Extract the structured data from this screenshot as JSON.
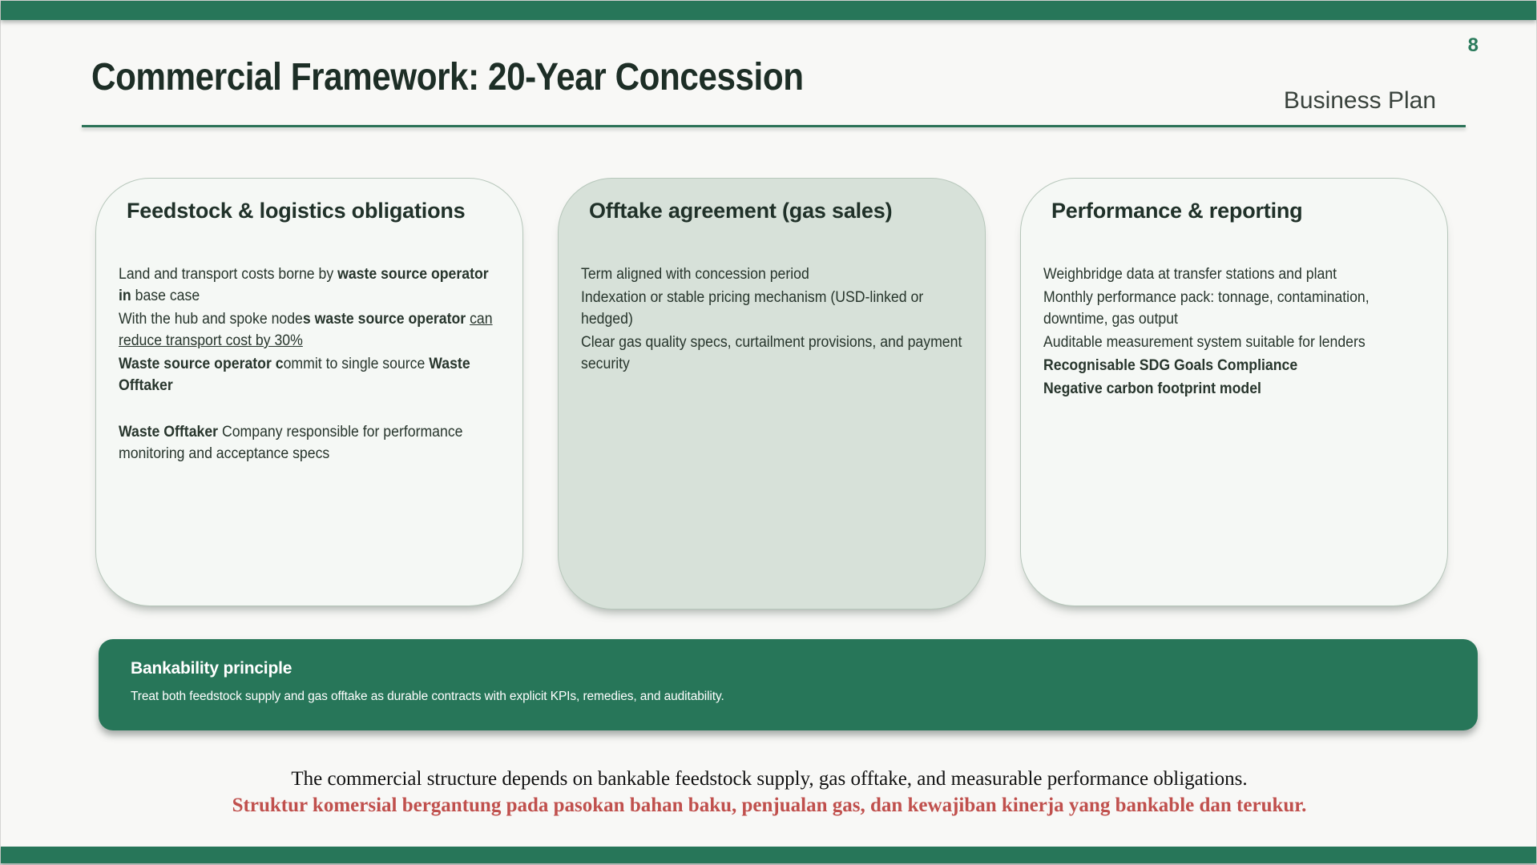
{
  "header": {
    "title": "Commercial Framework: 20-Year Concession",
    "subtitle": "Business Plan",
    "page_number": "8"
  },
  "colors": {
    "accent_green": "#277659",
    "card_tint_bg": "#d7e1d9",
    "card_light_bg": "#f5f8f5",
    "card_border": "#b7c7bb",
    "heading_text": "#203129",
    "footer_red": "#c0504d",
    "slide_bg": "#f8f8f6"
  },
  "cards": [
    {
      "title": "Feedstock & logistics obligations",
      "variant": "light",
      "paragraphs": [
        [
          {
            "t": "Land and transport costs borne by "
          },
          {
            "t": "waste source operator in",
            "b": true
          },
          {
            "t": " base case"
          }
        ],
        [
          {
            "t": "With the hub and spoke node"
          },
          {
            "t": "s waste source operator",
            "b": true
          },
          {
            "t": " "
          },
          {
            "t": "can reduce transport cost by 30%",
            "u": true
          }
        ],
        [
          {
            "t": "Waste source operator c",
            "b": true
          },
          {
            "t": "ommit to single source "
          },
          {
            "t": "Waste Offtaker",
            "b": true
          }
        ],
        [],
        [
          {
            "t": "Waste Offtaker",
            "b": true
          },
          {
            "t": " Company responsible for performance monitoring and acceptance specs"
          }
        ]
      ]
    },
    {
      "title": "Offtake agreement (gas sales)",
      "variant": "tint",
      "paragraphs": [
        [
          {
            "t": "Term aligned with concession period"
          }
        ],
        [
          {
            "t": "Indexation or stable pricing mechanism (USD-linked or hedged)"
          }
        ],
        [
          {
            "t": "Clear gas quality specs, curtailment provisions, and payment security"
          }
        ]
      ]
    },
    {
      "title": "Performance & reporting",
      "variant": "light",
      "paragraphs": [
        [
          {
            "t": "Weighbridge data at transfer stations and plant"
          }
        ],
        [
          {
            "t": "Monthly performance pack: tonnage, contamination, downtime, gas output"
          }
        ],
        [
          {
            "t": "Auditable measurement system suitable for lenders"
          }
        ],
        [
          {
            "t": "Recognisable SDG Goals Compliance",
            "b": true
          }
        ],
        [
          {
            "t": "Negative carbon footprint model",
            "b": true
          }
        ]
      ]
    }
  ],
  "banner": {
    "title": "Bankability principle",
    "body": "Treat both feedstock supply and gas offtake as durable contracts with explicit KPIs, remedies, and auditability."
  },
  "footer": {
    "line_en": "The commercial structure depends on bankable feedstock supply, gas offtake, and measurable performance obligations.",
    "line_id": "Struktur komersial bergantung pada pasokan bahan baku, penjualan gas, dan kewajiban kinerja yang bankable dan terukur."
  }
}
